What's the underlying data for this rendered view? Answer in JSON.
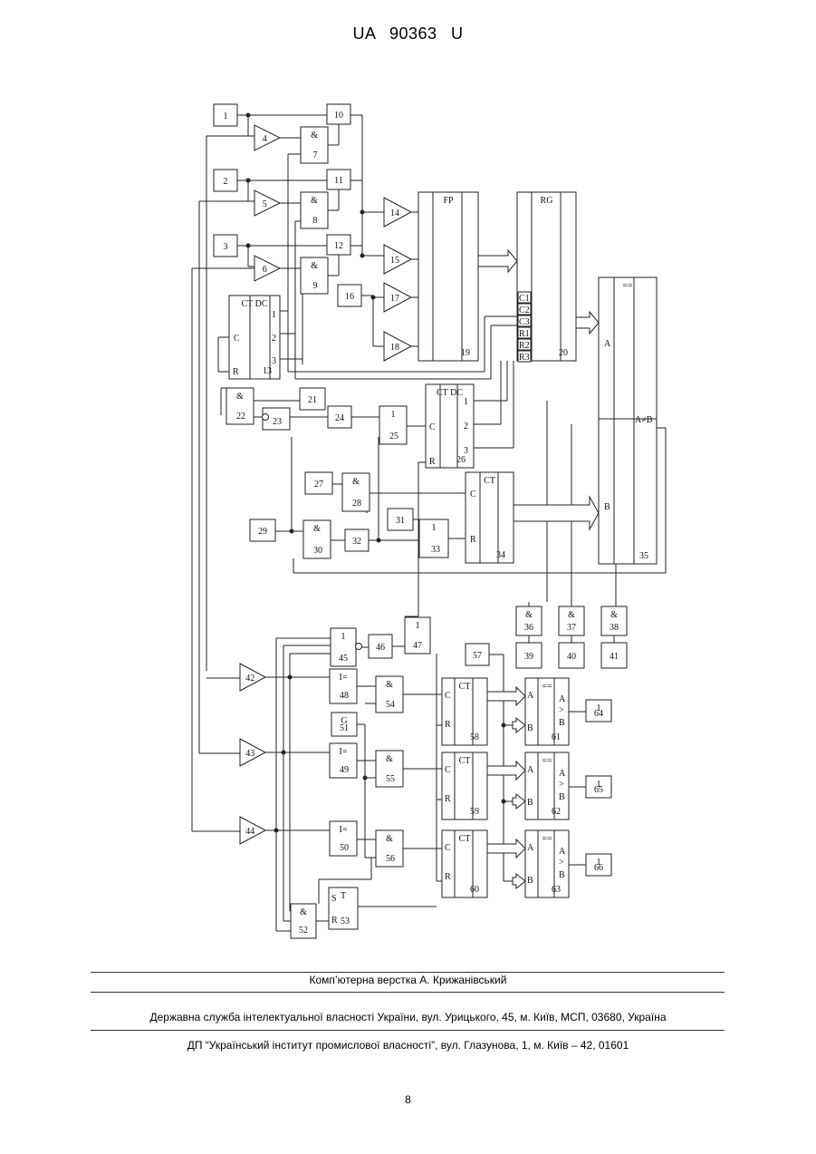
{
  "header": {
    "doc_code": "UA   90363   U"
  },
  "diagram": {
    "blocks": [
      {
        "n": "1",
        "kind": "box",
        "txt": ""
      },
      {
        "n": "2",
        "kind": "box",
        "txt": ""
      },
      {
        "n": "3",
        "kind": "box",
        "txt": ""
      },
      {
        "n": "4",
        "kind": "amp"
      },
      {
        "n": "5",
        "kind": "amp"
      },
      {
        "n": "6",
        "kind": "amp"
      },
      {
        "n": "7",
        "kind": "box",
        "txt": "&"
      },
      {
        "n": "8",
        "kind": "box",
        "txt": "&"
      },
      {
        "n": "9",
        "kind": "box",
        "txt": "&"
      },
      {
        "n": "10",
        "kind": "box",
        "txt": ""
      },
      {
        "n": "11",
        "kind": "box",
        "txt": ""
      },
      {
        "n": "12",
        "kind": "box",
        "txt": ""
      },
      {
        "n": "13",
        "kind": "box",
        "txt": "CT DC"
      },
      {
        "n": "14",
        "kind": "amp"
      },
      {
        "n": "15",
        "kind": "amp"
      },
      {
        "n": "16",
        "kind": "box",
        "txt": ""
      },
      {
        "n": "17",
        "kind": "amp"
      },
      {
        "n": "18",
        "kind": "amp"
      },
      {
        "n": "19",
        "kind": "box",
        "txt": "FP"
      },
      {
        "n": "20",
        "kind": "box",
        "txt": "RG"
      },
      {
        "n": "21",
        "kind": "box",
        "txt": ""
      },
      {
        "n": "22",
        "kind": "box",
        "txt": "&"
      },
      {
        "n": "23",
        "kind": "box",
        "txt": ""
      },
      {
        "n": "24",
        "kind": "box",
        "txt": ""
      },
      {
        "n": "25",
        "kind": "box",
        "txt": "1"
      },
      {
        "n": "26",
        "kind": "box",
        "txt": "CT DC"
      },
      {
        "n": "27",
        "kind": "box",
        "txt": ""
      },
      {
        "n": "28",
        "kind": "box",
        "txt": "&"
      },
      {
        "n": "29",
        "kind": "box",
        "txt": ""
      },
      {
        "n": "30",
        "kind": "box",
        "txt": "&"
      },
      {
        "n": "31",
        "kind": "box",
        "txt": ""
      },
      {
        "n": "32",
        "kind": "box",
        "txt": ""
      },
      {
        "n": "33",
        "kind": "box",
        "txt": "1"
      },
      {
        "n": "34",
        "kind": "box",
        "txt": "CT"
      },
      {
        "n": "35",
        "kind": "box",
        "txt": "=="
      },
      {
        "n": "36",
        "kind": "box",
        "txt": "&"
      },
      {
        "n": "37",
        "kind": "box",
        "txt": "&"
      },
      {
        "n": "38",
        "kind": "box",
        "txt": "&"
      },
      {
        "n": "39",
        "kind": "box",
        "txt": ""
      },
      {
        "n": "40",
        "kind": "box",
        "txt": ""
      },
      {
        "n": "41",
        "kind": "box",
        "txt": ""
      },
      {
        "n": "42",
        "kind": "amp"
      },
      {
        "n": "43",
        "kind": "amp"
      },
      {
        "n": "44",
        "kind": "amp"
      },
      {
        "n": "45",
        "kind": "box",
        "txt": "1"
      },
      {
        "n": "46",
        "kind": "box",
        "txt": ""
      },
      {
        "n": "47",
        "kind": "box",
        "txt": "1"
      },
      {
        "n": "48",
        "kind": "box",
        "txt": "I="
      },
      {
        "n": "49",
        "kind": "box",
        "txt": "I="
      },
      {
        "n": "50",
        "kind": "box",
        "txt": "I="
      },
      {
        "n": "51",
        "kind": "box",
        "txt": "G"
      },
      {
        "n": "52",
        "kind": "box",
        "txt": "&"
      },
      {
        "n": "53",
        "kind": "box",
        "txt": "T"
      },
      {
        "n": "54",
        "kind": "box",
        "txt": "&"
      },
      {
        "n": "55",
        "kind": "box",
        "txt": "&"
      },
      {
        "n": "56",
        "kind": "box",
        "txt": "&"
      },
      {
        "n": "57",
        "kind": "box",
        "txt": ""
      },
      {
        "n": "58",
        "kind": "box",
        "txt": "CT"
      },
      {
        "n": "59",
        "kind": "box",
        "txt": "CT"
      },
      {
        "n": "60",
        "kind": "box",
        "txt": "CT"
      },
      {
        "n": "61",
        "kind": "box",
        "txt": "=="
      },
      {
        "n": "62",
        "kind": "box",
        "txt": "=="
      },
      {
        "n": "63",
        "kind": "box",
        "txt": "=="
      },
      {
        "n": "64",
        "kind": "box",
        "txt": "1"
      },
      {
        "n": "65",
        "kind": "box",
        "txt": "1"
      },
      {
        "n": "66",
        "kind": "box",
        "txt": "1"
      }
    ],
    "pin_labels": {
      "ct13": [
        "1",
        "2",
        "3",
        "C",
        "R"
      ],
      "rg20": [
        "C1",
        "C2",
        "C3",
        "R1",
        "R2",
        "R3"
      ],
      "ctdc26": [
        "1",
        "2",
        "3",
        "C",
        "R"
      ],
      "ct34": [
        "C",
        "R"
      ],
      "cmp35": [
        "A",
        "B",
        "A≠B"
      ],
      "ct_lower": [
        "C",
        "R"
      ],
      "cmp_lower": [
        "A",
        "B",
        "A",
        ">",
        "B"
      ],
      "trigger53": [
        "S",
        "R"
      ]
    }
  },
  "footer": {
    "line1": "Комп’ютерна верстка А. Крижанівський",
    "line2": "Державна служба інтелектуальної власності України, вул. Урицького, 45, м. Київ, МСП, 03680, Україна",
    "line3": "ДП “Український інститут промислової власності”, вул. Глазунова, 1, м. Київ – 42, 01601",
    "page_number": "8"
  }
}
